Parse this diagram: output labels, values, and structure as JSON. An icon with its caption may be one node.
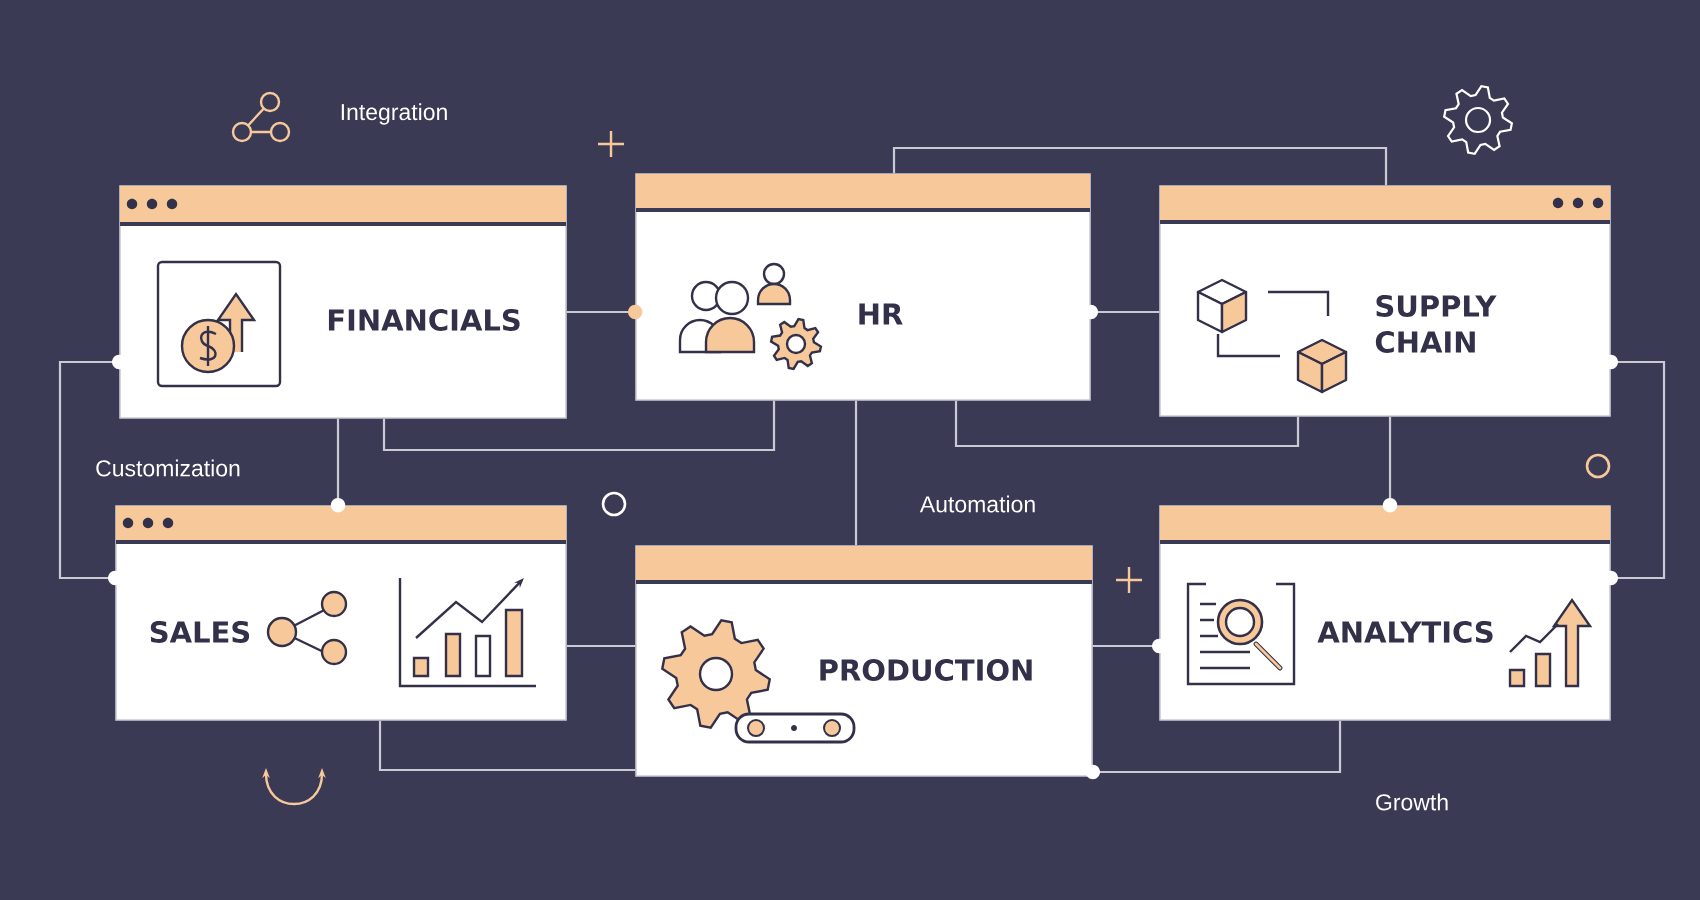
{
  "diagram": {
    "nodes": [
      {
        "text": [
          "FINANCIALS"
        ]
      },
      {
        "text": [
          "HR"
        ]
      },
      {
        "text": [
          "SUPPLY CHAIN"
        ]
      },
      {
        "text": [
          "SALES"
        ]
      },
      {
        "text": [
          "PRODUCTION"
        ]
      },
      {
        "text": [
          "ANALYTICS"
        ]
      }
    ],
    "edges": [
      {
        "from": 0,
        "to": 1,
        "arrow": "other"
      },
      {
        "from": 0,
        "to": 1,
        "arrow": "none"
      },
      {
        "from": 1,
        "to": 2,
        "arrow": "other"
      },
      {
        "from": 1,
        "to": 2,
        "arrow": "none"
      },
      {
        "from": 1,
        "to": 2,
        "arrow": "none"
      },
      {
        "from": 0,
        "to": 3,
        "arrow": "other"
      },
      {
        "from": 0,
        "to": 3,
        "arrow": "other"
      },
      {
        "from": 1,
        "to": 4,
        "arrow": "none"
      },
      {
        "from": 2,
        "to": 5,
        "arrow": "other"
      },
      {
        "from": 2,
        "to": 5,
        "arrow": "other"
      },
      {
        "from": 3,
        "to": 4,
        "arrow": "none"
      },
      {
        "from": 3,
        "to": 4,
        "arrow": "none"
      },
      {
        "from": 4,
        "to": 5,
        "arrow": "other"
      },
      {
        "from": 4,
        "to": 5,
        "arrow": "other"
      }
    ],
    "labels": [
      "Integration",
      "Customization",
      "Automation",
      "Growth"
    ]
  }
}
